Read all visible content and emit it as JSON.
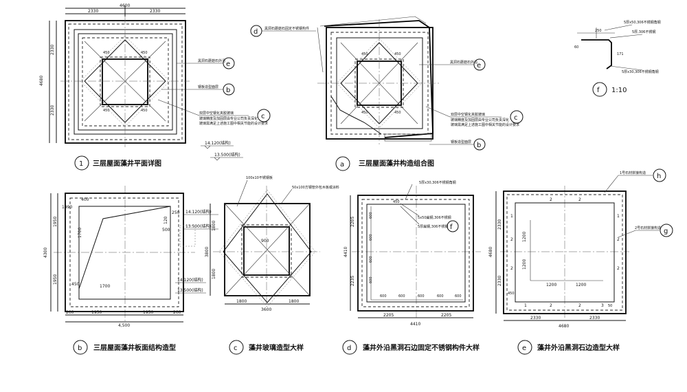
{
  "titles": {
    "t1": "三层屋面藻井平面详图",
    "ta": "三层屋面藻井构造组合图",
    "tb": "三层屋面藻井板面结构造型",
    "tc": "藻井玻璃造型大样",
    "td": "藻井外沿黑洞石边固定不锈钢构件大样",
    "te": "藻井外沿黑洞石边造型大样"
  },
  "tags": {
    "n1": "1",
    "a": "a",
    "b": "b",
    "c": "c",
    "d": "d",
    "e": "e",
    "f": "f",
    "g": "g",
    "h": "h"
  },
  "scale_f": "1:10",
  "dims": {
    "d4600": "4600",
    "d2330": "2330",
    "d4680": "4680",
    "d4300": "4300",
    "d4500": "4,500",
    "d1950": "1950",
    "d1700": "1700",
    "d200": "200",
    "d250": "250",
    "d500": "500",
    "d450": "450",
    "d120": "120",
    "d900": "900",
    "d1800": "1800",
    "d3600": "3600",
    "d3800": "3800",
    "d2205": "2205",
    "d2235": "2235",
    "d4410": "4410",
    "d600": "600",
    "d1200": "1200",
    "d1": "1",
    "d2": "2",
    "d3": "3",
    "d60": "60",
    "d171": "171",
    "d400": "400",
    "d50": "50",
    "d1990": "1990"
  },
  "levels": {
    "l14120": "14.120(结构)",
    "l13500": "13.500(结构)",
    "l14120s": "14.120(结构)",
    "l13500s": "13.500(结构)"
  },
  "notes": {
    "n_e1": "黑洞石蘑菇石外沿",
    "n_b1": "钢板造型面层",
    "n_c1": "双层中空钢化夹胶玻璃",
    "n_c2": "玻璃精度及加固层由专业公司负责深化",
    "n_c3": "玻璃需满足上述施工图中相关节能的设计要求",
    "n_d1": "黑洞石蘑菇石固定不锈钢构件",
    "n_cc1": "100x10不锈钢板",
    "n_cc2": "50x100方钢管外包木板或涂料",
    "n_dd1": "5厚x30,306不锈钢角钢",
    "n_dd2": "5x50扁钢,306不锈钢",
    "n_dd3": "5厚扁钢,306不锈钢",
    "n_f1": "5厚x50,306不锈钢角钢",
    "n_f2": "5厚,306不锈钢",
    "n_f3": "5厚x30,306不锈钢角钢",
    "n_h1": "1号石材拼接构造",
    "n_g1": "2号石材拼接构造"
  }
}
